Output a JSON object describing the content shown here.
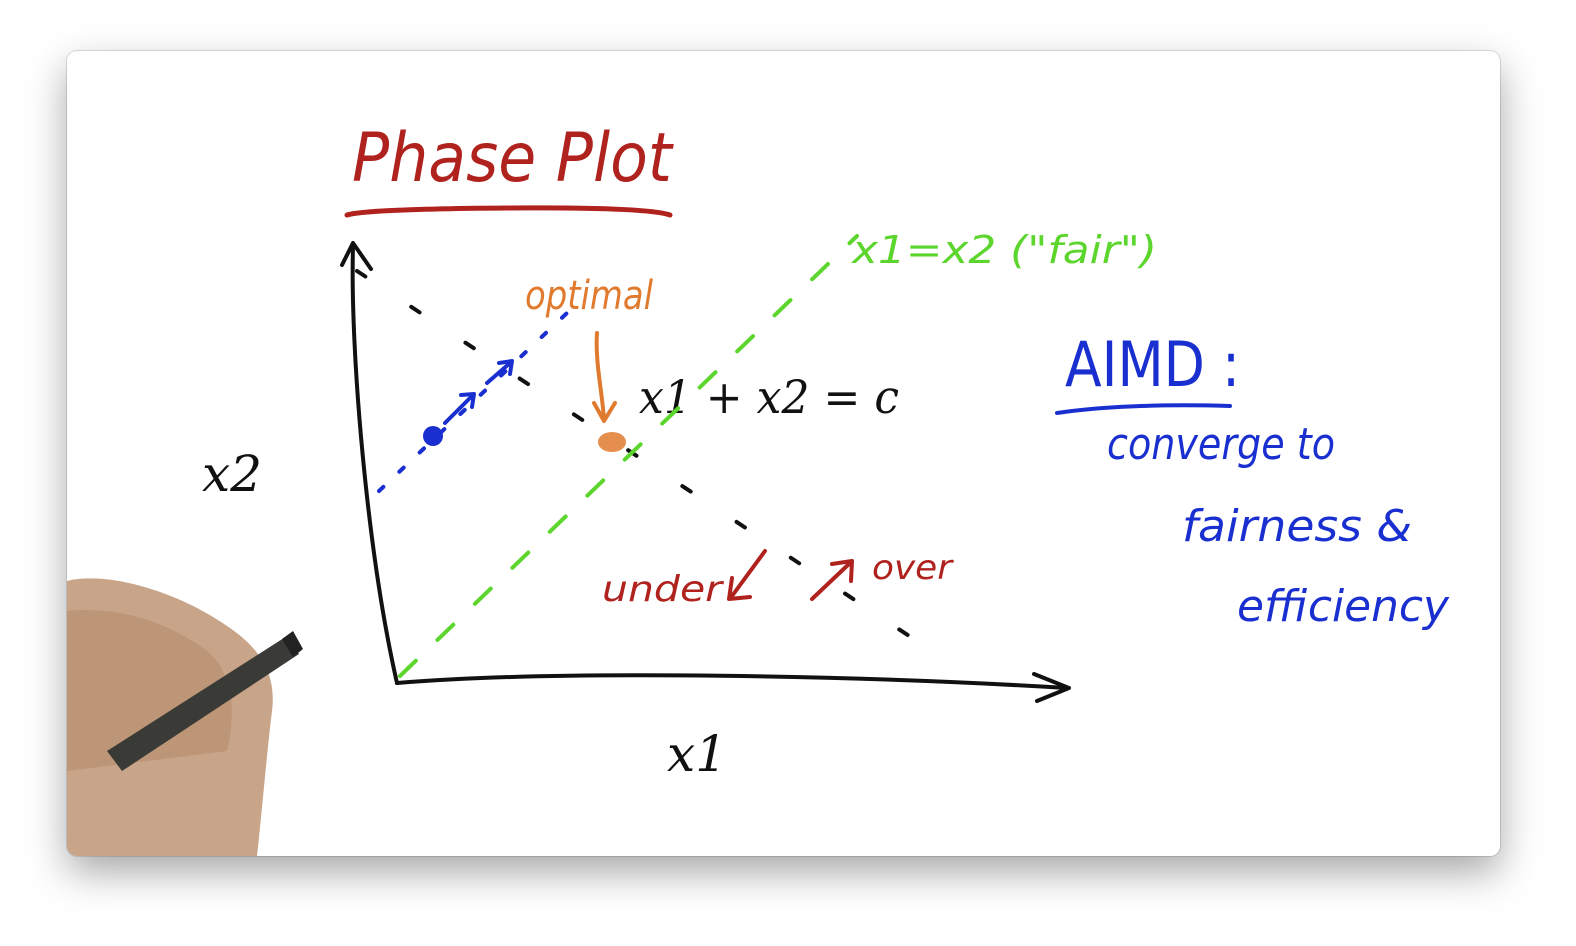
{
  "diagram": {
    "title": "Phase Plot",
    "y_axis_label": "x2",
    "x_axis_label": "x1",
    "efficiency_line_label": "x1 + x2 = c",
    "fairness_line_label": "x1=x2 (\"fair\")",
    "optimal_label": "optimal",
    "under_label": "under",
    "over_label": "over",
    "aimd_heading": "AIMD :",
    "aimd_line1": "converge to",
    "aimd_line2": "fairness &",
    "aimd_line3": "efficiency"
  },
  "colors": {
    "title_red": "#b0221e",
    "axis_black": "#111111",
    "fair_green": "#5cd62c",
    "blue": "#1a2fd0",
    "optimal_orange": "#e07a2e",
    "under_over_red": "#b0221e",
    "aimd_blue": "#1a2fd0"
  }
}
